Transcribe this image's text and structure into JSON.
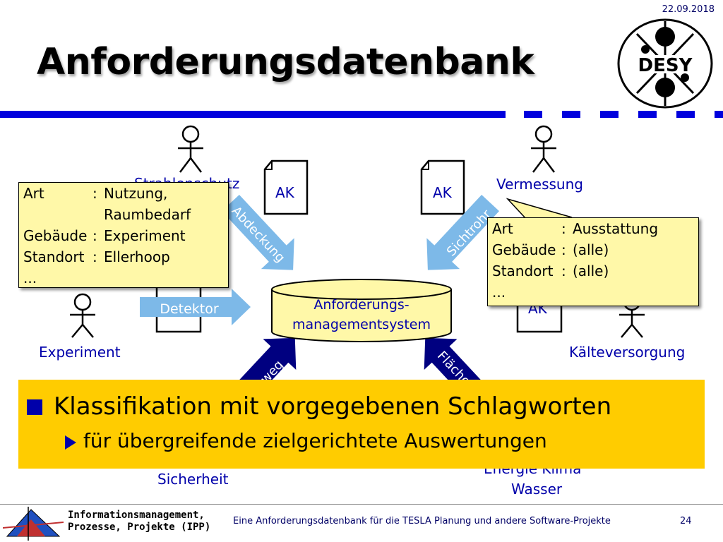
{
  "header": {
    "date": "22.09.2018",
    "title": "Anforderungsdatenbank",
    "logo_text": "DESY"
  },
  "roles": {
    "strahlenschutz": "Strahlenschutz",
    "vermessung": "Vermessung",
    "experiment": "Experiment",
    "kaelteversorgung": "Kälteversorgung",
    "sicherheit": "Sicherheit",
    "energie_line1": "Energie Klima",
    "energie_line2": "Wasser"
  },
  "documents": {
    "ak_label": "AK"
  },
  "arrows": {
    "abdeckung": "Abdeckung",
    "sichtrohr": "Sichtrohr",
    "detektor": "Detektor",
    "weg": "weg",
    "flaeche": "Fläche"
  },
  "database": {
    "line1": "Anforderungs-",
    "line2": "managementsystem"
  },
  "popup_left": {
    "rows": [
      {
        "key": "Art",
        "sep": ":",
        "value": "Nutzung,"
      },
      {
        "key": "",
        "sep": "",
        "value": "Raumbedarf"
      },
      {
        "key": "Gebäude",
        "sep": ":",
        "value": "Experiment"
      },
      {
        "key": "Standort",
        "sep": ":",
        "value": "Ellerhoop"
      },
      {
        "key": "...",
        "sep": "",
        "value": ""
      }
    ]
  },
  "popup_right": {
    "rows": [
      {
        "key": "Art",
        "sep": ":",
        "value": "Ausstattung"
      },
      {
        "key": "Gebäude",
        "sep": ":",
        "value": "(alle)"
      },
      {
        "key": "Standort",
        "sep": ":",
        "value": "(alle)"
      },
      {
        "key": "...",
        "sep": "",
        "value": ""
      }
    ]
  },
  "banner": {
    "bullet": "Klassifikation mit vorgegebenen Schlagworten",
    "sub_bullet": "für übergreifende zielgerichtete Auswertungen"
  },
  "footer": {
    "org_line1": "Informationsmanagement,",
    "org_line2": "Prozesse, Projekte (IPP)",
    "center": "Eine  Anforderungsdatenbank  für  die  TESLA Planung und andere Software-Projekte",
    "page": "24"
  },
  "colors": {
    "accent_blue": "#0000dd",
    "diagram_text": "#0000aa",
    "light_arrow": "#7db9e8",
    "dark_arrow": "#000080",
    "popup_bg": "#fff8a8",
    "banner_bg": "#ffcc00",
    "db_bg": "#fff8a8"
  }
}
